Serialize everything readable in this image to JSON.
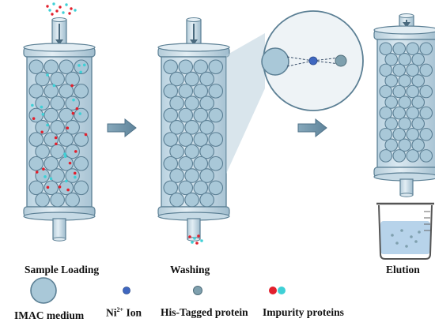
{
  "stages": [
    {
      "label": "Sample Loading"
    },
    {
      "label": "Washing"
    },
    {
      "label": "Elution"
    }
  ],
  "legend": [
    {
      "label": "IMAC medium",
      "icon": "imac-bead"
    },
    {
      "label_base": "Ni",
      "label_sup": "2+",
      "label_rest": " Ion",
      "icon": "ni-ion-dot"
    },
    {
      "label": "His-Tagged protein",
      "icon": "his-tag-dot"
    },
    {
      "label": "Impurity proteins",
      "icon": "impurity-dots"
    }
  ],
  "colors": {
    "column_fill": "#c9dde8",
    "column_stroke": "#5b7f94",
    "bead_fill": "#a9c8d8",
    "ni_ion": "#3f67c0",
    "his_tag": "#7fa0ae",
    "impurity_red": "#e2202d",
    "impurity_cyan": "#3fd0d6",
    "arrow": "#6a8fa6"
  }
}
